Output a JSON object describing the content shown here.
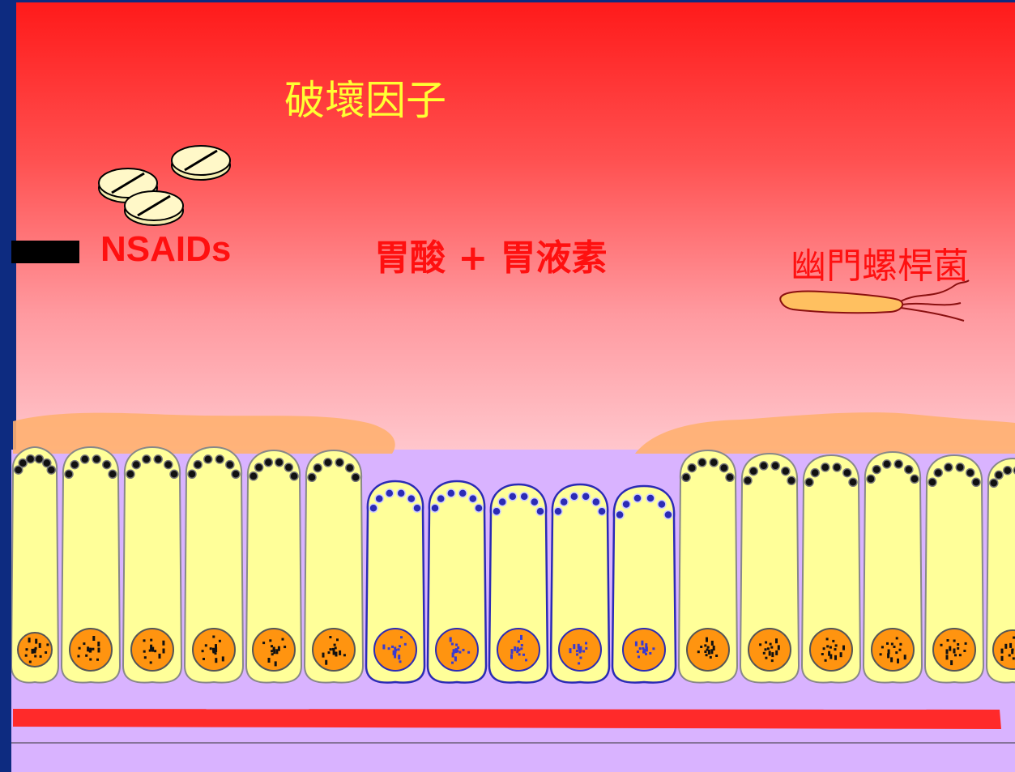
{
  "labels": {
    "title": "破壞因子",
    "nsaids": "NSAIDs",
    "acid_pepsin": "胃酸 + 胃液素",
    "h_pylori": "幽門螺桿菌"
  },
  "colors": {
    "background": "#0d2b80",
    "sky_top": "#ff1a1a",
    "sky_bottom": "#ffc6cc",
    "title_text": "#ffff33",
    "label_text": "#ff1010",
    "mucus": "#ff9a2e",
    "cell_fill": "#ffff99",
    "cell_outline_normal": "#888888",
    "cell_outline_damaged": "#2b2bb5",
    "nucleus_fill": "#ff9410",
    "lamina_propria": "#d9b3ff",
    "blood_vessel": "#ff2a2a"
  },
  "icons": [
    "tablet-icon",
    "bacterium-icon"
  ]
}
